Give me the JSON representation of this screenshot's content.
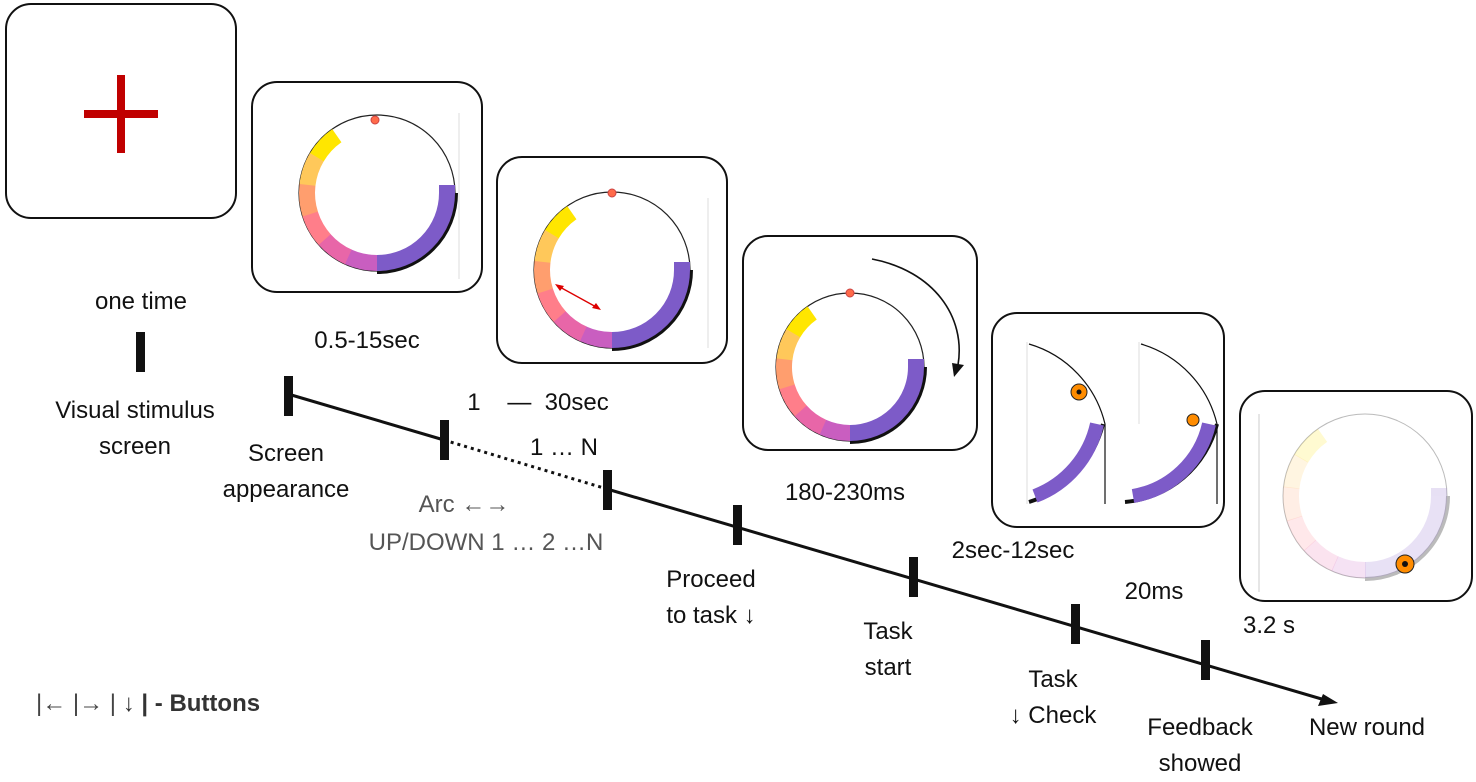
{
  "panels": {
    "fixation": {
      "icon": "fixation-cross-icon",
      "color": "#c00000"
    },
    "arc_colors": [
      "#ffe600",
      "#ffc85a",
      "#ff9e6e",
      "#ff7e8a",
      "#e866a8",
      "#c95ec0"
    ],
    "bar_color": "#7d5bc8",
    "marker_color": "#ff8c00"
  },
  "labels": {
    "one_time": "one time",
    "visual_stimulus": [
      "Visual stimulus",
      "screen"
    ],
    "dur_0_5_15": "0.5-15sec",
    "screen_appearance": [
      "Screen",
      "appearance"
    ],
    "dur_1_30": "1    —  30sec",
    "n_1_N": "1 … N",
    "arc": "Arc ←→",
    "updown": "UP/DOWN 1 … 2 …N",
    "dur_180_230": "180-230ms",
    "proceed": [
      "Proceed",
      "to task ↓"
    ],
    "dur_2_12": "2sec-12sec",
    "task_start": [
      "Task",
      "start"
    ],
    "dur_20": "20ms",
    "task_check": [
      "Task",
      "↓ Check"
    ],
    "dur_3_2": "3.2 s",
    "feedback": [
      "Feedback",
      "showed"
    ],
    "new_round": "New round"
  },
  "legend": {
    "keys": "|← |→ | ",
    "down": "↓ |",
    "text": " - Buttons"
  }
}
